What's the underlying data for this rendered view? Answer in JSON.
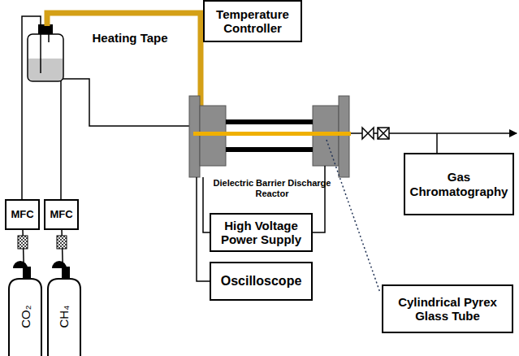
{
  "diagram": {
    "nodes": [
      {
        "text": [
          "Temperature Controller"
        ]
      },
      {
        "text": [
          "MFC"
        ]
      },
      {
        "text": [
          "MFC"
        ]
      },
      {
        "text": [
          "High Voltage Power Supply"
        ]
      },
      {
        "text": [
          "Gas Chromatography"
        ]
      },
      {
        "text": [
          "Oscilloscope"
        ]
      },
      {
        "text": [
          "Cylindrical Pyrex Glass Tube"
        ]
      },
      {
        "text": [
          "CO₂"
        ]
      },
      {
        "text": [
          "CH₄"
        ]
      }
    ],
    "edges": [
      {
        "from": 7,
        "to": 1,
        "arrow": "none"
      },
      {
        "from": 8,
        "to": 2,
        "arrow": "none"
      }
    ],
    "labels": [
      "Heating Tape",
      "Dielectric Barrier Discharge Reactor"
    ]
  }
}
